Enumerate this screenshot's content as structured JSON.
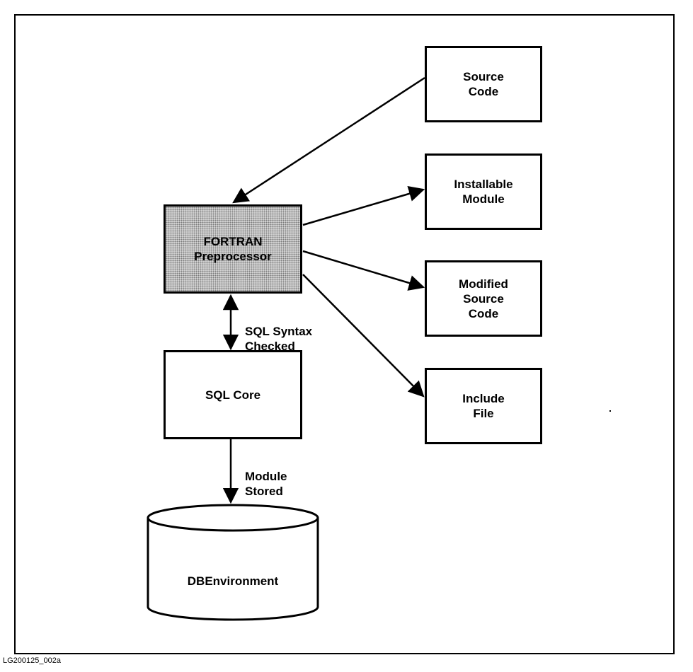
{
  "diagram": {
    "nodes": {
      "source_code": "Source\nCode",
      "installable_module": "Installable\nModule",
      "modified_source_code": "Modified\nSource\nCode",
      "include_file": "Include\nFile",
      "preprocessor": "FORTRAN\nPreprocessor",
      "sql_core": "SQL Core",
      "dbenvironment": "DBEnvironment"
    },
    "edge_labels": {
      "syntax_checked": "SQL Syntax\nChecked",
      "module_stored": "Module\nStored"
    },
    "edges": [
      {
        "from": "source_code",
        "to": "preprocessor"
      },
      {
        "from": "preprocessor",
        "to": "installable_module"
      },
      {
        "from": "preprocessor",
        "to": "modified_source_code"
      },
      {
        "from": "preprocessor",
        "to": "include_file"
      },
      {
        "from": "preprocessor",
        "to": "sql_core",
        "bidirectional": true
      },
      {
        "from": "sql_core",
        "to": "dbenvironment"
      }
    ]
  },
  "figure_id": "LG200125_002a"
}
